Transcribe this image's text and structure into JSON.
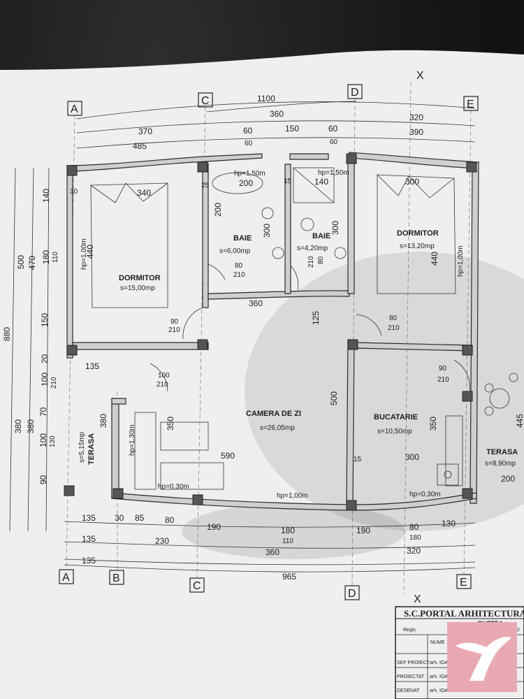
{
  "rooms": {
    "dormitor_left": {
      "name": "DORMITOR",
      "area": "s=15,00mp"
    },
    "baie1": {
      "name": "BAIE",
      "area": "s=6,00mp"
    },
    "baie2": {
      "name": "BAIE",
      "area": "s=4,20mp"
    },
    "dormitor_right": {
      "name": "DORMITOR",
      "area": "s=13,20mp"
    },
    "camera": {
      "name": "CAMERA DE ZI",
      "area": "s=26,05mp"
    },
    "bucatarie": {
      "name": "BUCATARIE",
      "area": "s=10,50mp"
    },
    "terasa_left": {
      "name": "TERASA",
      "area": "s=5,15mp"
    },
    "terasa_right": {
      "name": "TERASA",
      "area": "s=8,90mp"
    }
  },
  "grid_axes": {
    "a": "A",
    "b": "B",
    "c": "C",
    "d": "D",
    "e": "E",
    "x": "X"
  },
  "top_dims": {
    "d1100": "1100",
    "d360": "360",
    "d320": "320",
    "d390": "390",
    "d370": "370",
    "d60a": "60",
    "d150": "150",
    "d60b": "60",
    "d60c": "60",
    "d60d": "60",
    "d485": "485"
  },
  "bottom_dims": {
    "d135a": "135",
    "d30": "30",
    "d85": "85",
    "d80a": "80",
    "d190a": "190",
    "d180": "180",
    "d190b": "190",
    "d80b": "80",
    "d130": "130",
    "d110": "110",
    "d180b": "180",
    "d135b": "135",
    "d230": "230",
    "d360": "360",
    "d320": "320",
    "d135c": "135",
    "d965": "965"
  },
  "left_dims": {
    "d140": "140",
    "d500": "500",
    "d470": "470",
    "d180": "180",
    "d110": "110",
    "d880": "880",
    "d150": "150",
    "d20": "20",
    "d100a": "100",
    "d210": "210",
    "d380a": "380",
    "d380b": "380",
    "d70": "70",
    "d100b": "100",
    "d130": "130",
    "d90": "90"
  },
  "interior_dims": {
    "d30": "30",
    "d340": "340",
    "hp150a": "hp=1,50m",
    "d200a": "200",
    "d25": "25",
    "d15": "15",
    "hp150b": "hp=1,50m",
    "d140": "140",
    "d300a": "300",
    "d200b": "200",
    "d300b": "300",
    "d300c": "300",
    "d440a": "440",
    "hp100a": "hp=1,00m",
    "d440b": "440",
    "hp100b": "hp=1,00m",
    "d80a": "80",
    "d210a": "210",
    "d80b": "80",
    "d210b": "210",
    "d360": "360",
    "d125": "125",
    "d90a": "90",
    "d210c": "210",
    "d80c": "80",
    "d210d": "210",
    "d135": "135",
    "d100": "100",
    "d210e": "210",
    "d380": "380",
    "d350a": "350",
    "hp130": "hp=1,30m",
    "d500": "500",
    "d90b": "90",
    "d210f": "210",
    "d350b": "350",
    "d445": "445",
    "d590": "590",
    "d15b": "15",
    "d300d": "300",
    "d200c": "200",
    "hp030a": "hp=0,30m",
    "hp100c": "hp=1,00m",
    "hp030b": "hp=0,30m"
  },
  "title_block": {
    "company": "S.C.PORTAL ARHITECTURAL",
    "city": "BUFTEA",
    "registry": "Regis",
    "nume": "NUME",
    "sef_proiect": "SEF PROIECT",
    "proiectat": "PROIECTAT",
    "desenat": "DESENAT",
    "arh1": "arh. IOA",
    "arh2": "arh. IOA",
    "arh3": "arh. IOA",
    "frag": "2"
  },
  "colors": {
    "paper": "#efefef",
    "logo_bg": "#e9a9b3",
    "logo_mark": "#ffffff",
    "ink": "#1e1e1e"
  }
}
